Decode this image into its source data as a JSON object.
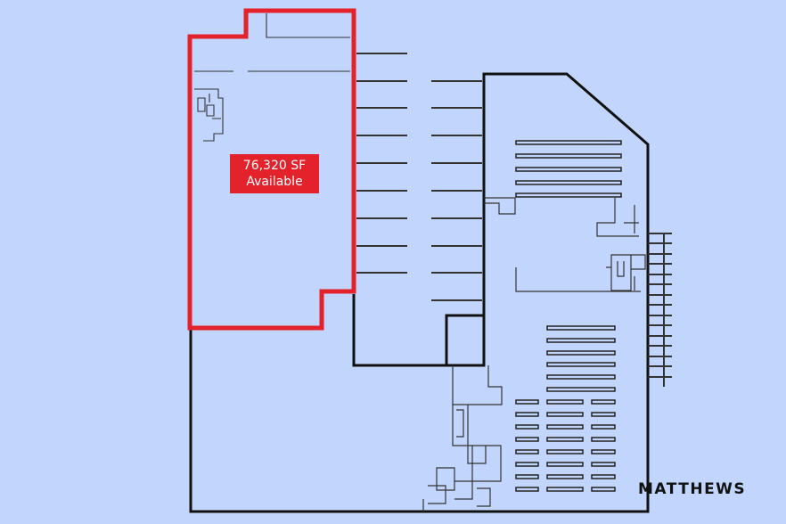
{
  "space": {
    "area": "76,320 SF",
    "status": "Available",
    "highlight_color": "#e3222c"
  },
  "brand": {
    "logo_text": "MATTHEWS"
  },
  "colors": {
    "background": "#c2d6fd",
    "walls": "#111111"
  }
}
